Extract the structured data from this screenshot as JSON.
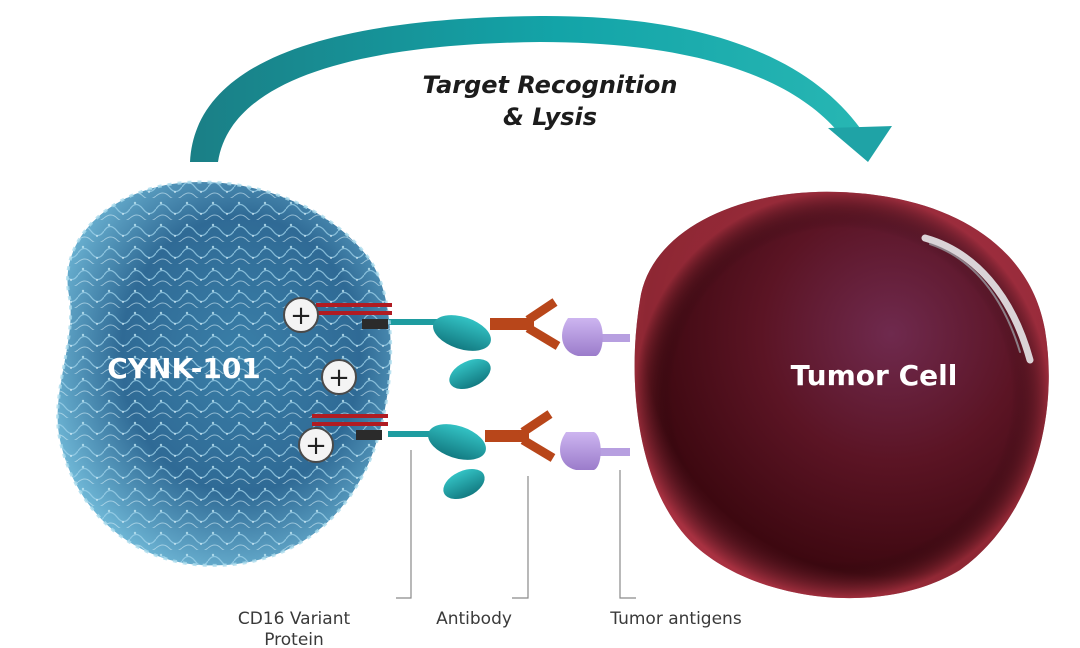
{
  "title": {
    "line1": "Target Recognition",
    "line2": "& Lysis"
  },
  "cells": {
    "nk_cell_label": "CYNK-101",
    "tumor_cell_label": "Tumor Cell"
  },
  "callouts": {
    "cd16_line1": "CD16 Variant",
    "cd16_line2": "Protein",
    "antibody": "Antibody",
    "tumor_antigens": "Tumor antigens"
  },
  "signs": {
    "plus": "+"
  },
  "colors": {
    "arrow_teal": "#1e8c93",
    "nk_cell_blue": "#4a8ab5",
    "tumor_maroon": "#6b1020",
    "cd16_bar_red": "#b01c22",
    "antibody_teal": "#1e9ca0",
    "antibody_fab_orange": "#b8461a",
    "antigen_purple": "#b99ce0"
  }
}
